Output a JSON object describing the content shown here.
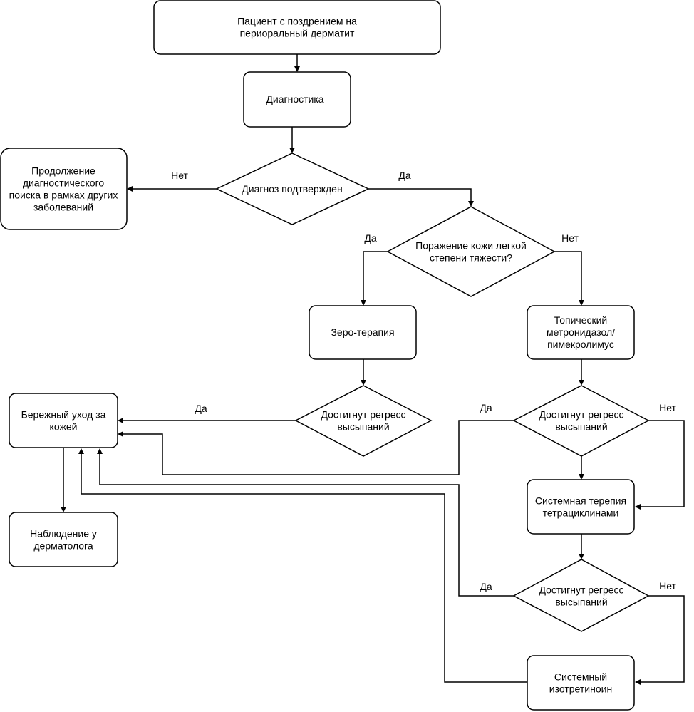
{
  "nodes": {
    "start": "Пациент с поздрением на\nпериоральный дерматит",
    "diagnostics": "Диагностика",
    "diagnosis_confirmed": "Диагноз подтвержден",
    "other_search": "Продолжение\nдиагностического\nпоиска в рамках других\nзаболеваний",
    "mild_lesion": "Поражение кожи легкой\nстепени тяжести?",
    "zero_therapy": "Зеро-терапия",
    "topical": "Топический\nметронидазол/\nпимекролимус",
    "regress_1": "Достигнут регресс\nвысыпаний",
    "regress_2": "Достигнут регресс\nвысыпаний",
    "gentle_care": "Бережный уход за\nкожей",
    "observation": "Наблюдение у\nдерматолога",
    "tetracyclines": "Системная терепия\nтетрациклинами",
    "regress_3": "Достигнут регресс\nвысыпаний",
    "isotretinoin": "Системный\nизотретиноин"
  },
  "edge_labels": {
    "confirmed_no": "Нет",
    "confirmed_yes": "Да",
    "mild_yes": "Да",
    "mild_no": "Нет",
    "regress1_yes": "Да",
    "regress2_yes": "Да",
    "regress2_no": "Нет",
    "regress3_yes": "Да",
    "regress3_no": "Нет"
  }
}
